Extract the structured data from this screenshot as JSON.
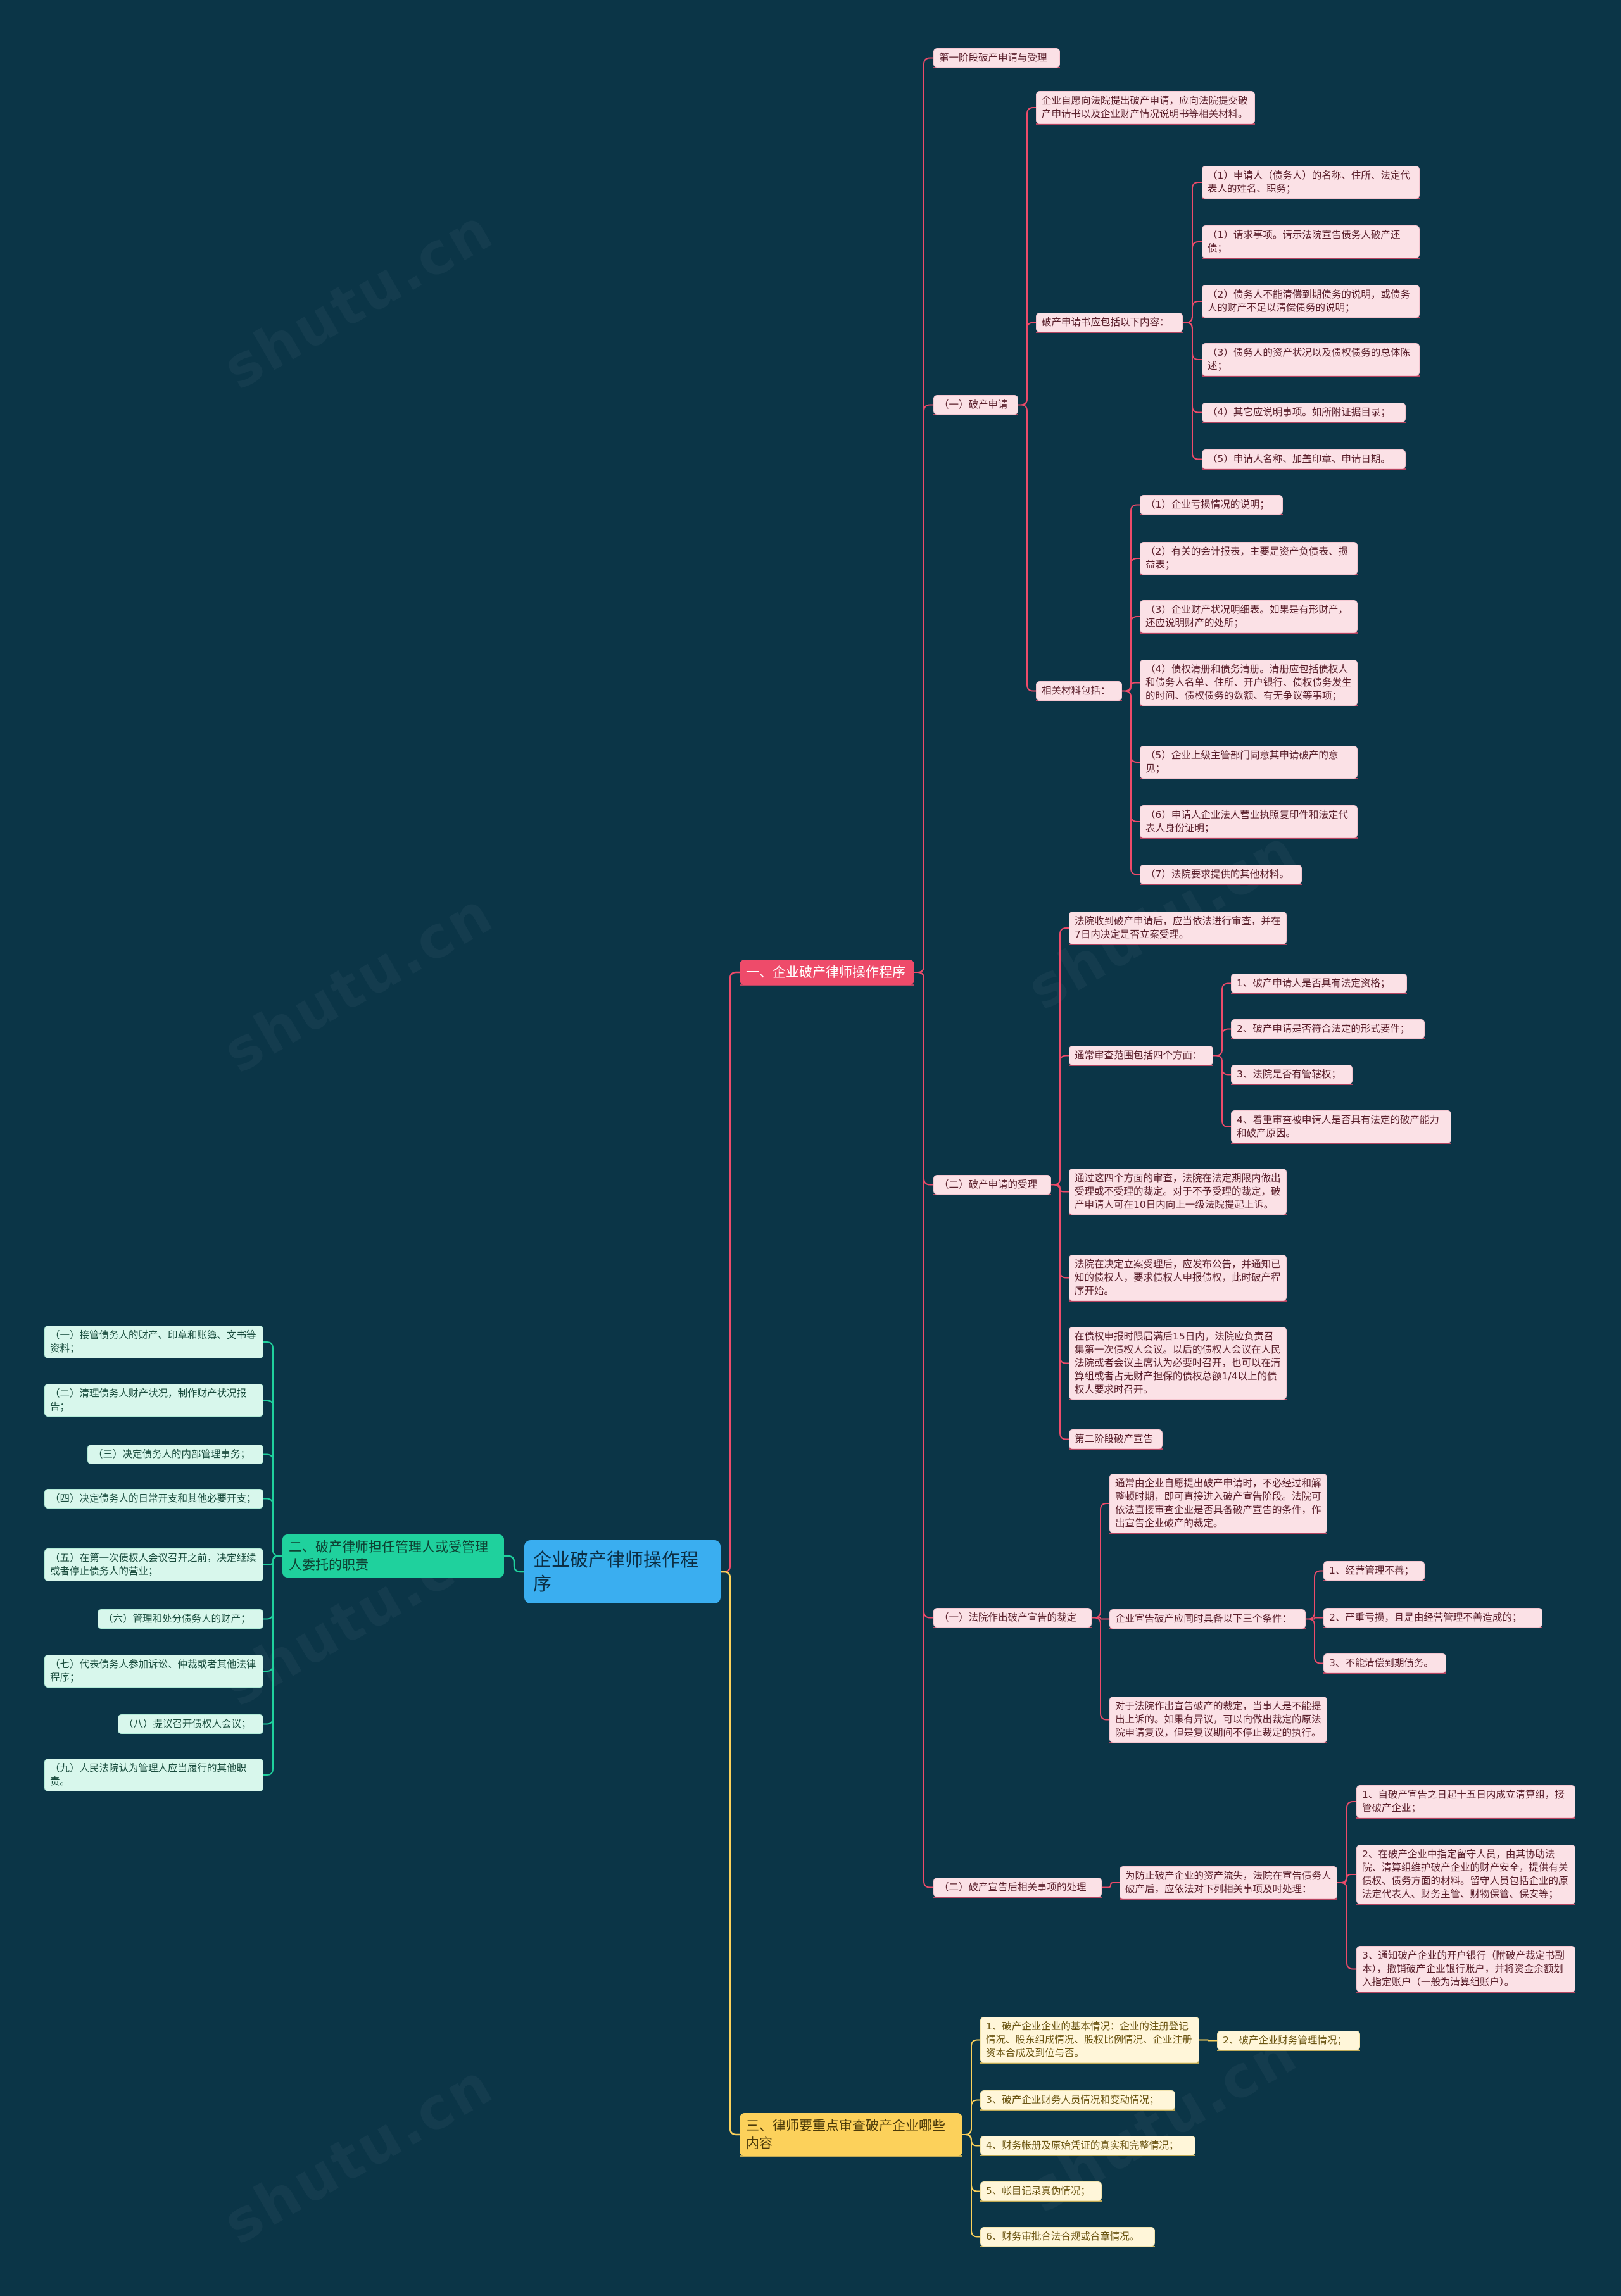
{
  "colors": {
    "background": "#0b3547",
    "root": "#3aaef0",
    "branch1": "#ee4b6a",
    "branch2": "#1fd19d",
    "branch3": "#fcd15b",
    "line_pink": "#ee4b6a",
    "line_green": "#1fd19d",
    "line_yellow": "#fcd15b"
  },
  "root": {
    "label": "企业破产律师操作程序"
  },
  "b1": {
    "label": "一、企业破产律师操作程序",
    "stage1": "第一阶段破产申请与受理",
    "apply": {
      "label": "（一）破产申请",
      "intro": "企业自愿向法院提出破产申请，应向法院提交破产申请书以及企业财产情况说明书等相关材料。",
      "book": {
        "label": "破产申请书应包括以下内容：",
        "items": [
          "（1）申请人（债务人）的名称、住所、法定代表人的姓名、职务；",
          "（1）请求事项。请示法院宣告债务人破产还债；",
          "（2）债务人不能清偿到期债务的说明，或债务人的财产不足以清偿债务的说明；",
          "（3）债务人的资产状况以及债权债务的总体陈述；",
          "（4）其它应说明事项。如所附证据目录；",
          "（5）申请人名称、加盖印章、申请日期。"
        ]
      },
      "materials": {
        "label": "相关材料包括：",
        "items": [
          "（1）企业亏损情况的说明；",
          "（2）有关的会计报表，主要是资产负债表、损益表；",
          "（3）企业财产状况明细表。如果是有形财产，还应说明财产的处所；",
          "（4）债权清册和债务清册。清册应包括债权人和债务人名单、住所、开户银行、债权债务发生的时间、债权债务的数额、有无争议等事项；",
          "（5）企业上级主管部门同意其申请破产的意见；",
          "（6）申请人企业法人营业执照复印件和法定代表人身份证明；",
          "（7）法院要求提供的其他材料。"
        ]
      }
    },
    "accept": {
      "label": "（二）破产申请的受理",
      "p1": "法院收到破产申请后，应当依法进行审查，并在7日内决定是否立案受理。",
      "review": {
        "label": "通常审查范围包括四个方面：",
        "items": [
          "1、破产申请人是否具有法定资格；",
          "2、破产申请是否符合法定的形式要件；",
          "3、法院是否有管辖权；",
          "4、着重审查被申请人是否具有法定的破产能力和破产原因。"
        ]
      },
      "p2": "通过这四个方面的审查，法院在法定期限内做出受理或不受理的裁定。对于不予受理的裁定，破产申请人可在10日内向上一级法院提起上诉。",
      "p3": "法院在决定立案受理后，应发布公告，并通知已知的债权人，要求债权人申报债权，此时破产程序开始。",
      "p4": "在债权申报时限届满后15日内，法院应负责召集第一次债权人会议。以后的债权人会议在人民法院或者会议主席认为必要时召开，也可以在清算组或者占无财产担保的债权总额1/4以上的债权人要求时召开。",
      "stage2": "第二阶段破产宣告"
    },
    "declare": {
      "label": "（一）法院作出破产宣告的裁定",
      "p1": "通常由企业自愿提出破产申请时，不必经过和解整顿时期，即可直接进入破产宣告阶段。法院可依法直接审查企业是否具备破产宣告的条件，作出宣告企业破产的裁定。",
      "cond": {
        "label": "企业宣告破产应同时具备以下三个条件：",
        "items": [
          "1、经营管理不善；",
          "2、严重亏损，且是由经营管理不善造成的；",
          "3、不能清偿到期债务。"
        ]
      },
      "p2": "对于法院作出宣告破产的裁定，当事人是不能提出上诉的。如果有异议，可以向做出裁定的原法院申请复议，但是复议期间不停止裁定的执行。"
    },
    "after": {
      "label": "（二）破产宣告后相关事项的处理",
      "p": "为防止破产企业的资产流失，法院在宣告债务人破产后，应依法对下列相关事项及时处理：",
      "items": [
        "1、自破产宣告之日起十五日内成立清算组，接管破产企业；",
        "2、在破产企业中指定留守人员，由其协助法院、清算组维护破产企业的财产安全，提供有关债权、债务方面的材料。留守人员包括企业的原法定代表人、财务主管、财物保管、保安等；",
        "3、通知破产企业的开户银行（附破产裁定书副本），撤销破产企业银行账户，并将资金余额划入指定账户（一般为清算组账户）。"
      ]
    }
  },
  "b2": {
    "label": "二、破产律师担任管理人或受管理人委托的职责",
    "items": [
      "（一）接管债务人的财产、印章和账簿、文书等资料；",
      "（二）清理债务人财产状况，制作财产状况报告；",
      "（三）决定债务人的内部管理事务；",
      "（四）决定债务人的日常开支和其他必要开支；",
      "（五）在第一次债权人会议召开之前，决定继续或者停止债务人的营业；",
      "（六）管理和处分债务人的财产；",
      "（七）代表债务人参加诉讼、仲裁或者其他法律程序；",
      "（八）提议召开债权人会议；",
      "（九）人民法院认为管理人应当履行的其他职责。"
    ]
  },
  "b3": {
    "label": "三、律师要重点审查破产企业哪些内容",
    "items": [
      "1、破产企业企业的基本情况：企业的注册登记情况、股东组成情况、股权比例情况、企业注册资本合成及到位与否。",
      "2、破产企业财务管理情况；",
      "3、破产企业财务人员情况和变动情况；",
      "4、财务帐册及原始凭证的真实和完整情况；",
      "5、帐目记录真伪情况；",
      "6、财务审批合法合规或合章情况。"
    ]
  }
}
